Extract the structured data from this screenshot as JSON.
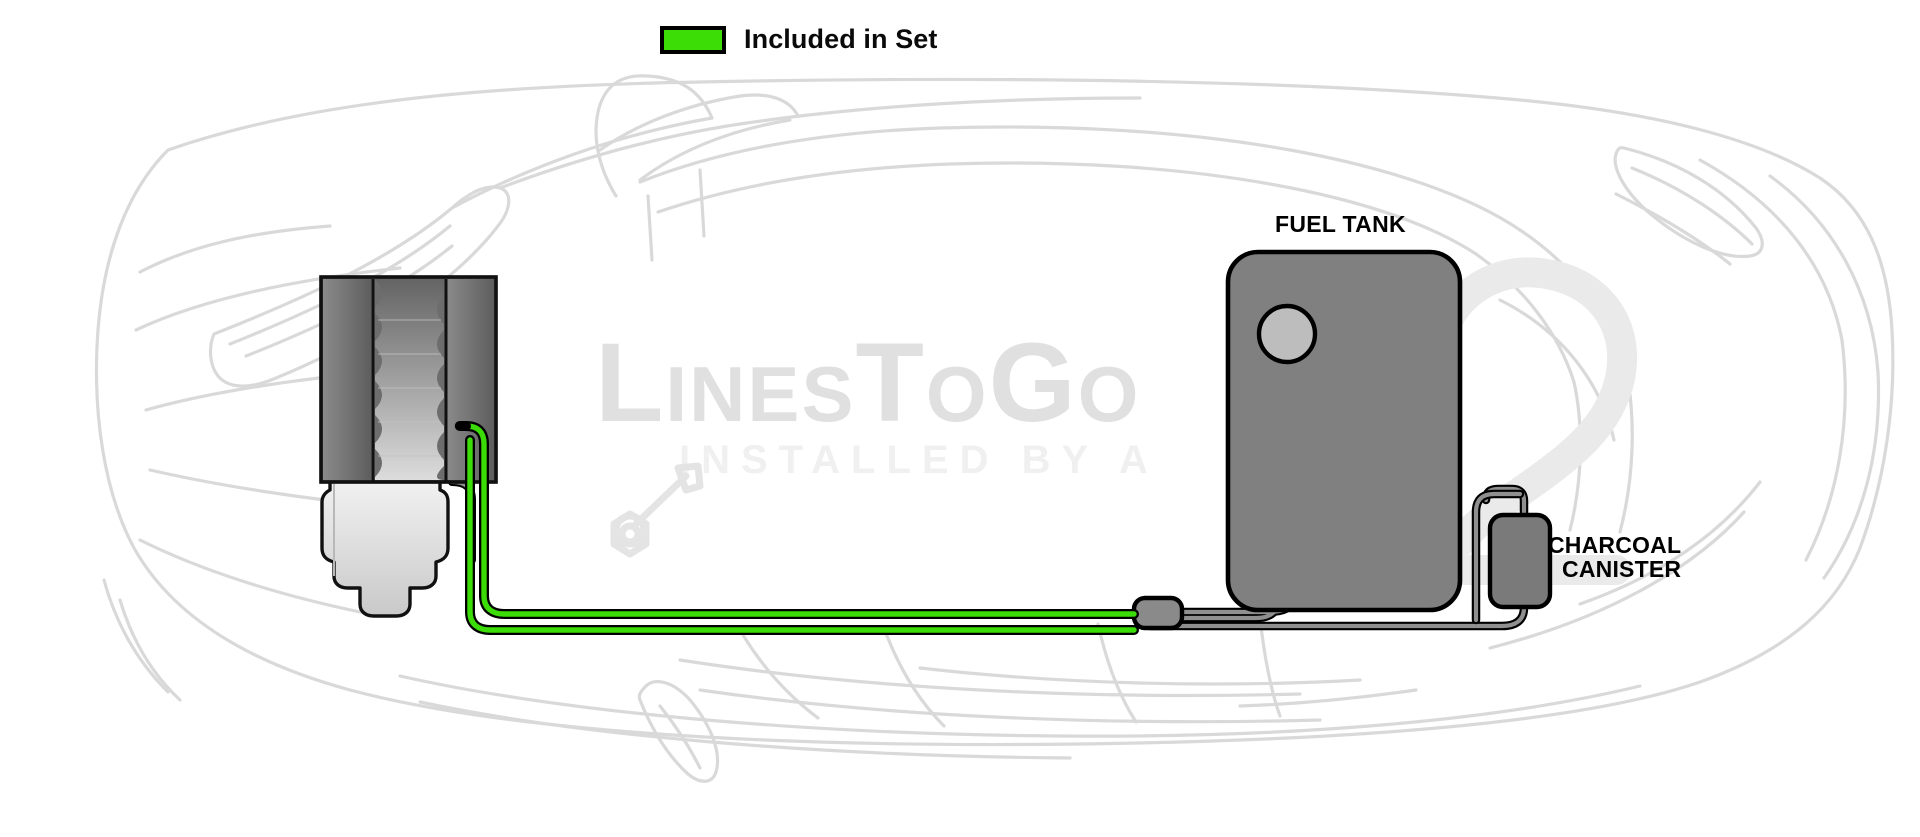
{
  "legend": {
    "label": "Included in Set",
    "swatch_color": "#3cdd07",
    "swatch_border": "#000000",
    "icon": "legend-swatch-icon"
  },
  "labels": {
    "fuel_tank": "FUEL TANK",
    "charcoal_canister": "CHARCOAL\nCANISTER"
  },
  "watermark": {
    "brand_l": "L",
    "brand_ines": "INES",
    "brand_t": "T",
    "brand_o": "O",
    "brand_g": "G",
    "brand_o2": "O",
    "tagline": "INSTALLED BY A",
    "logo_icon": "wrench-and-nut-icon",
    "color": "#e0e0e0",
    "tagline_color": "#f0f0f0"
  },
  "diagram": {
    "title": "Vehicle fuel line routing diagram",
    "vehicle_outline_color": "#d9d9d9",
    "components": [
      {
        "name": "engine-block",
        "type": "engine",
        "fill_dark": "#6e6e6e",
        "fill_light": "#d6d6d6",
        "stroke": "#111111"
      },
      {
        "name": "transmission",
        "type": "transmission",
        "fill": "#e2e2e2",
        "stroke": "#111111"
      },
      {
        "name": "fuel-tank",
        "type": "tank",
        "fill": "#808080",
        "stroke": "#000000"
      },
      {
        "name": "fuel-sender-unit",
        "type": "sender",
        "fill": "#bdbdbd",
        "stroke": "#000000"
      },
      {
        "name": "charcoal-canister",
        "type": "canister",
        "fill": "#7a7a7a",
        "stroke": "#000000"
      },
      {
        "name": "inline-connector",
        "type": "connector",
        "fill": "#8a8a8a",
        "stroke": "#000000"
      }
    ],
    "lines": [
      {
        "name": "fuel-feed-line",
        "color": "#3cdd07",
        "included_in_set": true
      },
      {
        "name": "fuel-return-line",
        "color": "#3cdd07",
        "included_in_set": true
      },
      {
        "name": "tank-to-connector-line",
        "color": "#808080",
        "included_in_set": false
      },
      {
        "name": "vapor-vent-line",
        "color": "#808080",
        "included_in_set": false
      }
    ]
  }
}
